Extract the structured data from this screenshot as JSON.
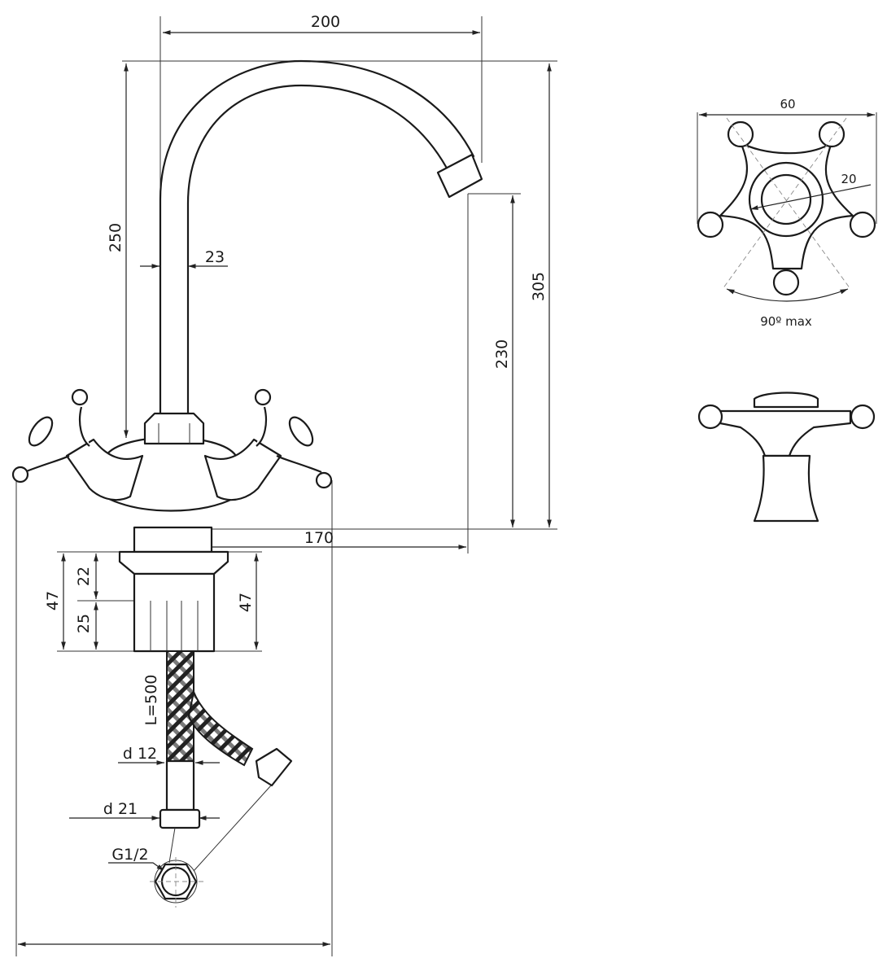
{
  "drawing": {
    "dimensions": {
      "spout_reach": "200",
      "spout_height": "250",
      "pipe_diameter": "23",
      "total_height": "305",
      "outlet_height": "230",
      "outlet_distance": "170",
      "base_height_left": "47",
      "base_upper": "22",
      "base_lower": "25",
      "base_height_right": "47",
      "hose_length": "L=500",
      "hose_diameter": "d 12",
      "nut_diameter": "d 21",
      "thread": "G1/2"
    },
    "handle_top_view": {
      "width": "60",
      "inner_diameter": "20",
      "rotation": "90º max"
    }
  }
}
